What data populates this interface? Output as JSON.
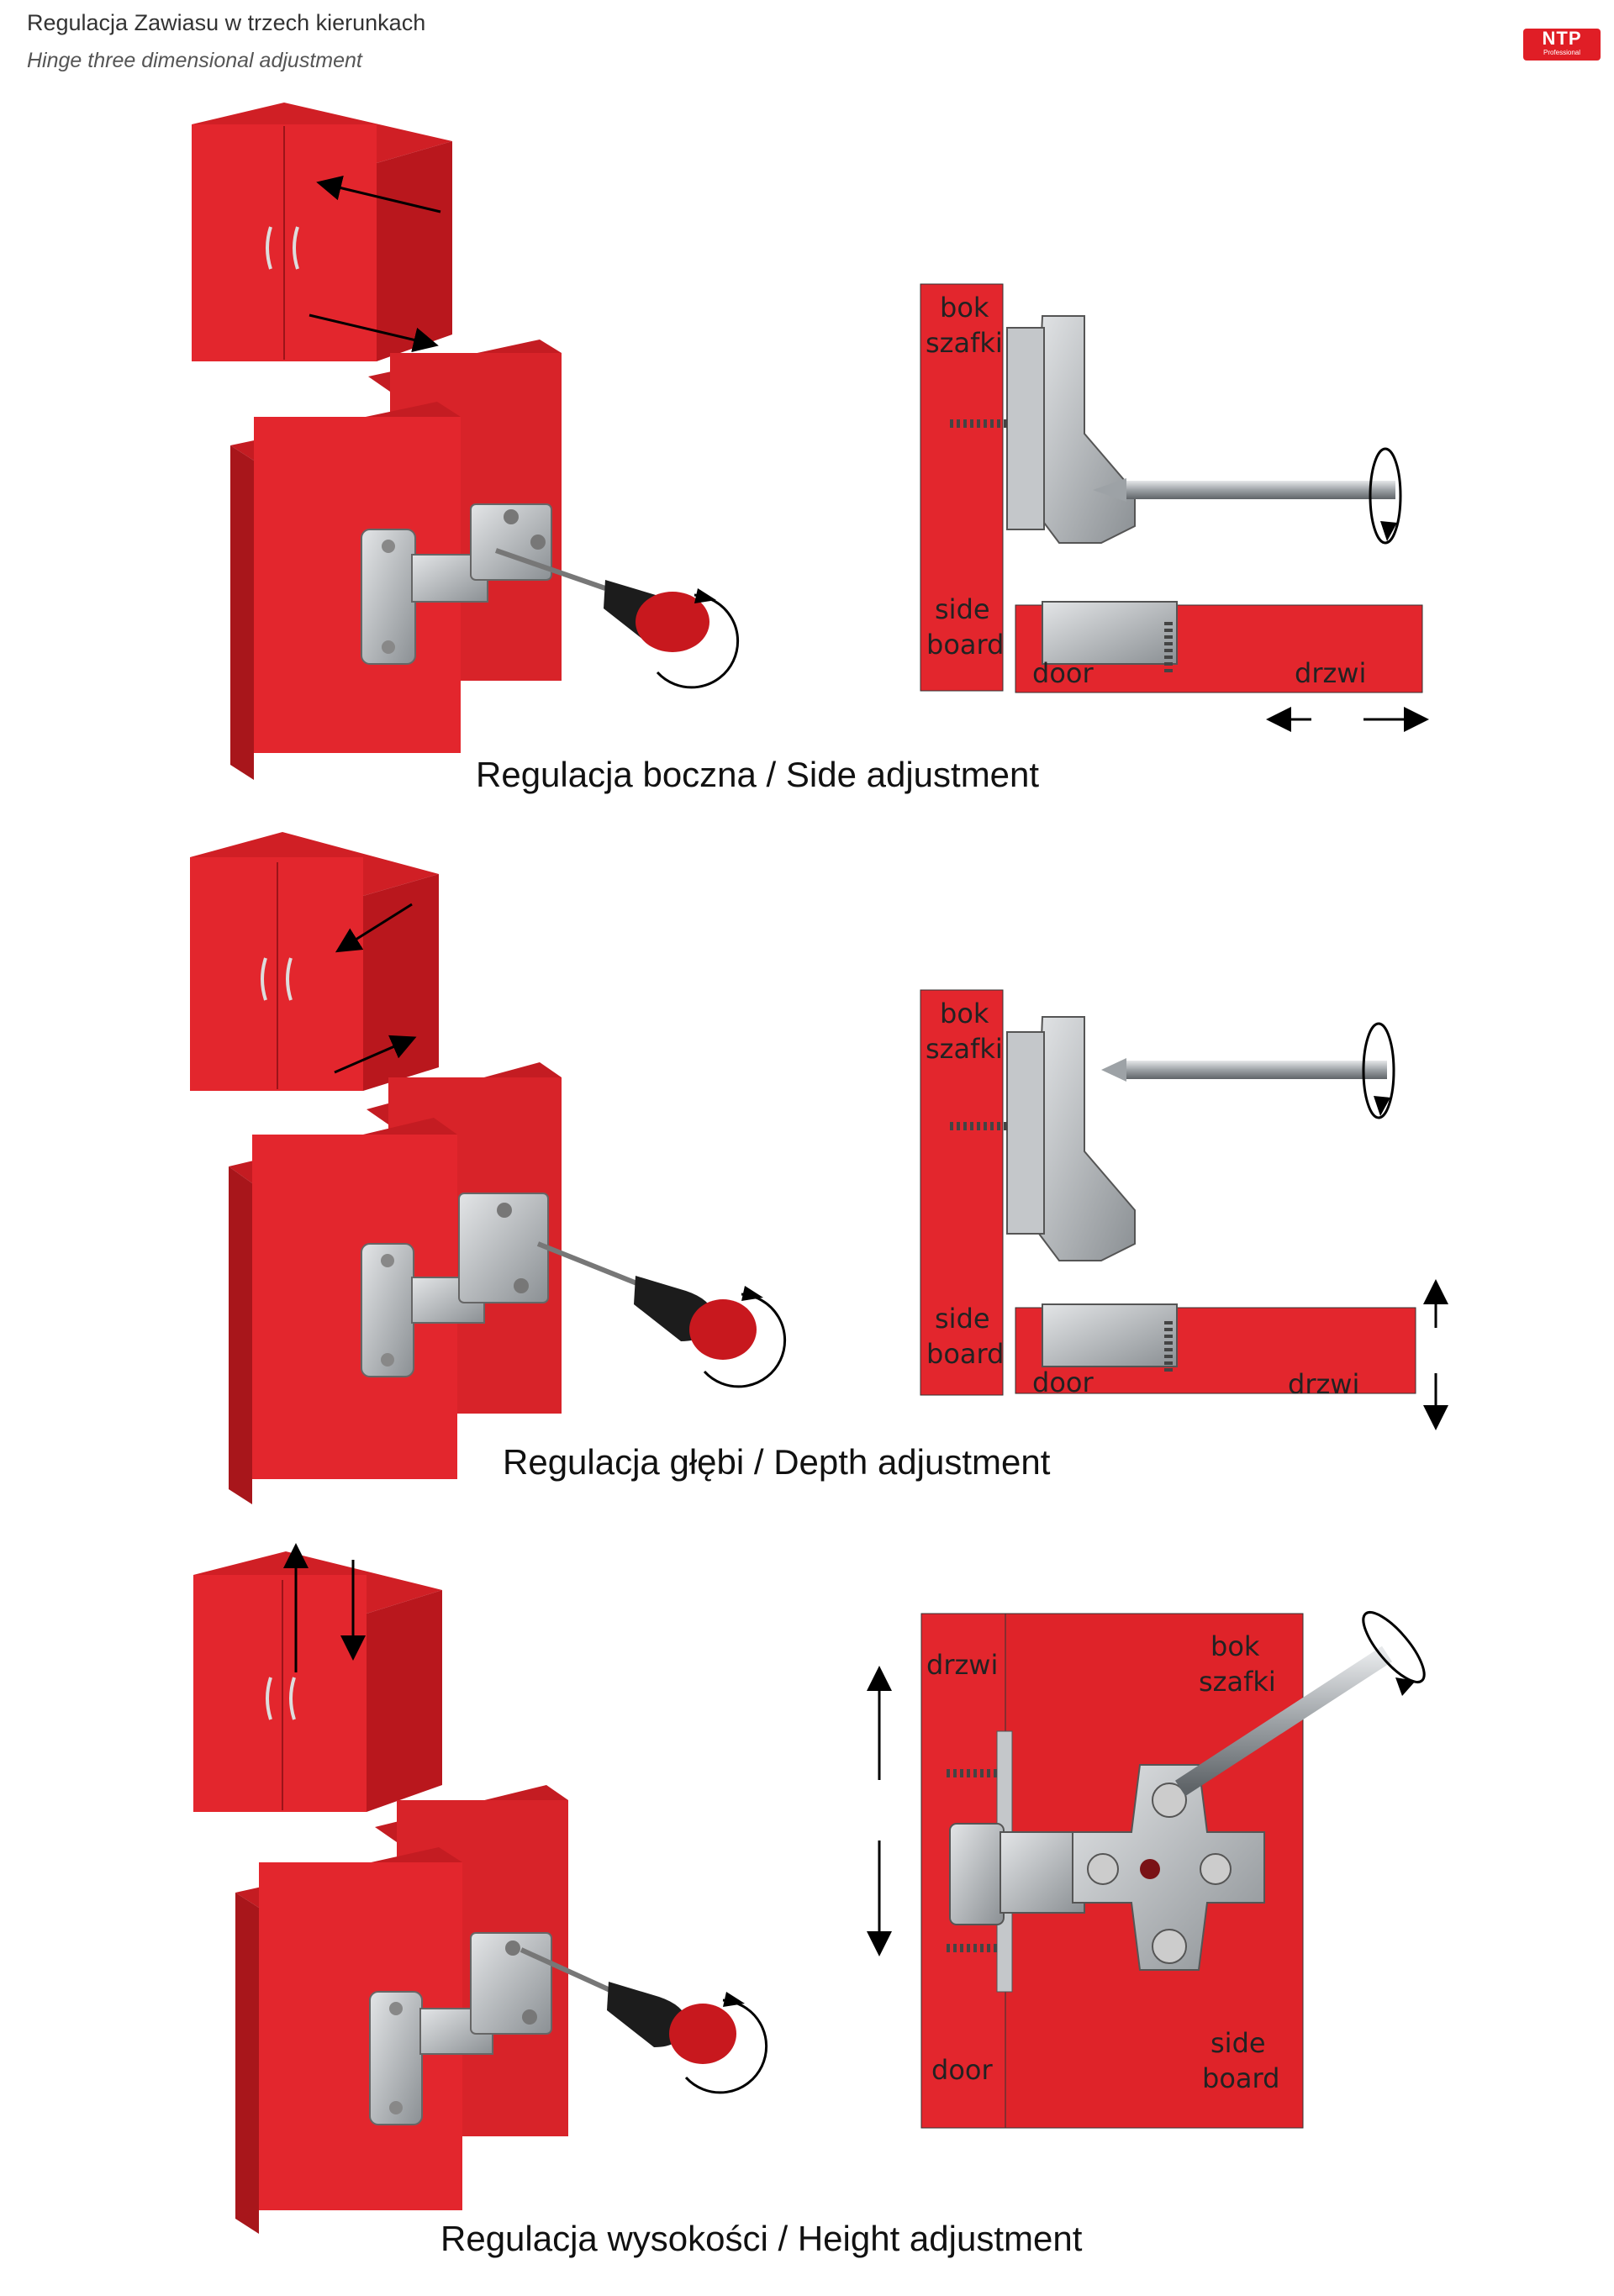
{
  "header": {
    "title": "Regulacja Zawiasu w trzech kierunkach",
    "subtitle": "Hinge three dimensional adjustment"
  },
  "logo": {
    "text": "NTP",
    "subtext": "Professional"
  },
  "colors": {
    "red": "#e3262d",
    "red_dark": "#b9171d",
    "steel": "#b7babd",
    "steel_dark": "#6f7478"
  },
  "sections": [
    {
      "caption": "Regulacja boczna / Side adjustment",
      "labels": {
        "cabinet_side": [
          "bok",
          "szafki"
        ],
        "side_board": [
          "side",
          "board"
        ],
        "door": "door",
        "door_pl": "drzwi"
      },
      "arrow": "horizontal"
    },
    {
      "caption": "Regulacja głębi / Depth adjustment",
      "labels": {
        "cabinet_side": [
          "bok",
          "szafki"
        ],
        "side_board": [
          "side",
          "board"
        ],
        "door": "door",
        "door_pl": "drzwi"
      },
      "arrow": "vertical"
    },
    {
      "caption": "Regulacja wysokości / Height adjustment",
      "labels": {
        "door_pl": "drzwi",
        "cabinet_side": [
          "bok",
          "szafki"
        ],
        "side_board": [
          "side",
          "board"
        ],
        "door": "door"
      },
      "arrow": "vertical"
    }
  ]
}
